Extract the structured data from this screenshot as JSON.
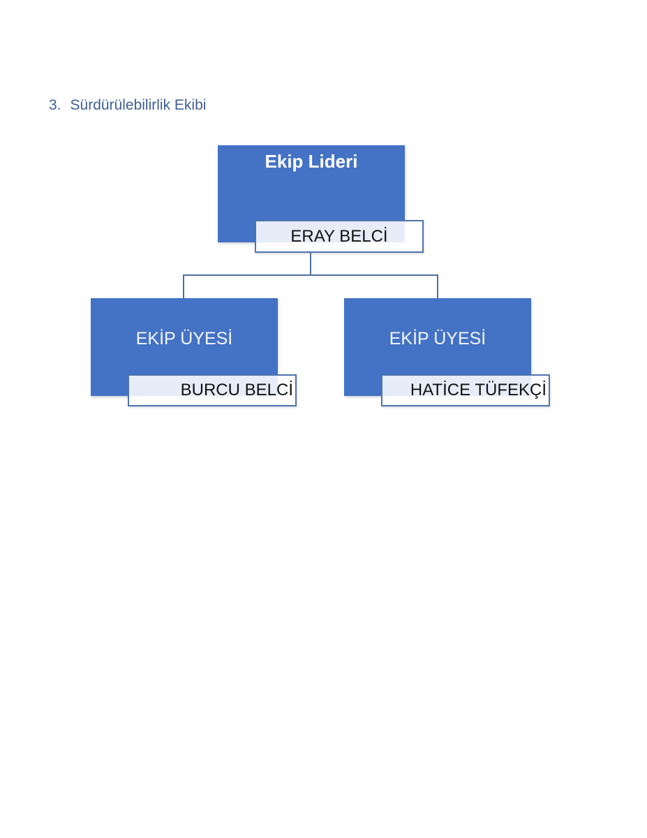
{
  "document": {
    "heading": {
      "number": "3.",
      "text": "Sürdürülebilirlik Ekibi"
    }
  },
  "org_chart": {
    "type": "org-hierarchy",
    "leader": {
      "role": "Ekip Lideri",
      "name": "ERAY BELCİ"
    },
    "members": [
      {
        "role": "EKİP ÜYESİ",
        "name": "BURCU BELCİ"
      },
      {
        "role": "EKİP ÜYESİ",
        "name": "HATİCE TÜFEKÇİ"
      }
    ],
    "colors": {
      "node_fill": "#4472C4",
      "node_text": "#FFFFFF",
      "name_box_border": "#4F73AE",
      "name_box_fill_overlay": "rgba(255,255,255,0.87)",
      "name_text": "#111111",
      "connector": "#4E6FA3",
      "heading_text": "#3F5E95"
    }
  }
}
